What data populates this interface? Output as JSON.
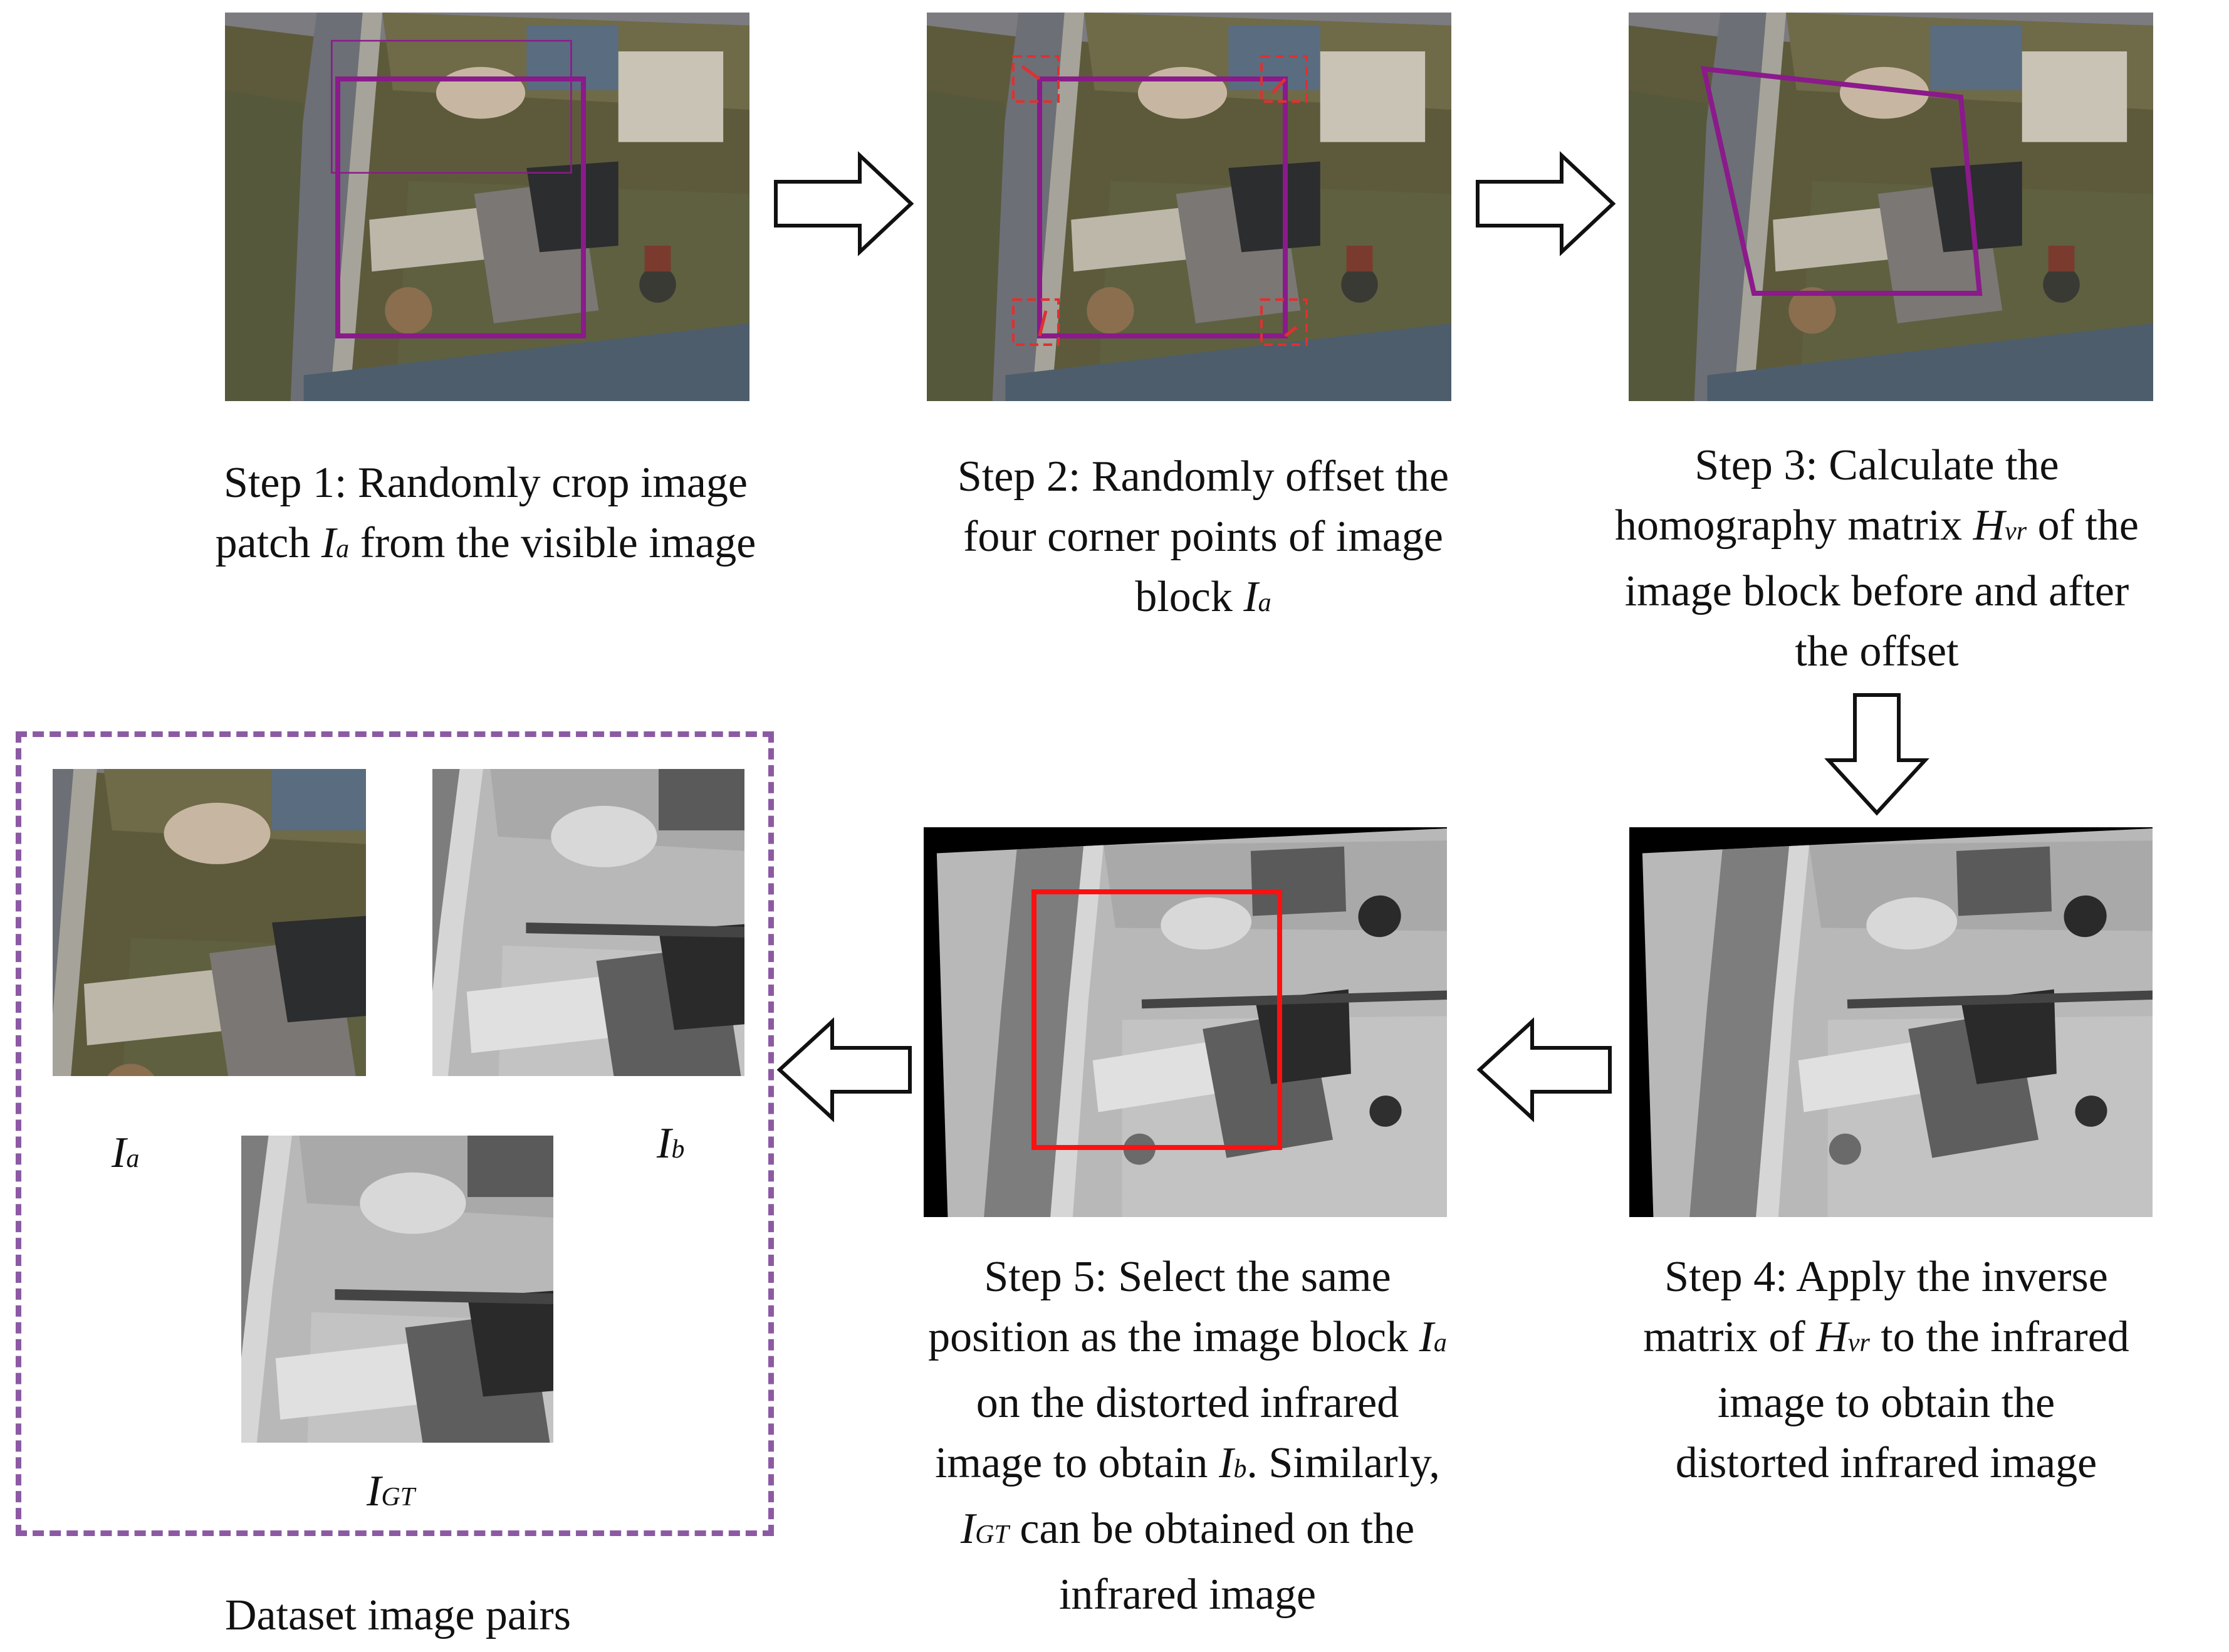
{
  "steps": {
    "step1": {
      "line1": "Step 1: Randomly crop image",
      "line2_pre": "patch ",
      "line2_var": "I",
      "line2_sub": "a",
      "line2_post": " from the visible image"
    },
    "step2": {
      "line1": "Step 2: Randomly offset the",
      "line2": "four corner points of image",
      "line3_pre": "block ",
      "line3_var": "I",
      "line3_sub": "a"
    },
    "step3": {
      "line1": "Step 3: Calculate the",
      "line2_pre": "homography matrix ",
      "line2_var": "H",
      "line2_sub": "vr",
      "line2_post": " of the",
      "line3": "image block before and after",
      "line4": "the offset"
    },
    "step4": {
      "line1": "Step 4: Apply the inverse",
      "line2_pre": "matrix of ",
      "line2_var": "H",
      "line2_sub": "vr",
      "line2_post": " to the infrared",
      "line3": "image to obtain the",
      "line4": "distorted infrared image"
    },
    "step5": {
      "line1": "Step 5: Select the same",
      "line2_pre": "position as the image block ",
      "line2_var": "I",
      "line2_sub": "a",
      "line3": "on the distorted infrared",
      "line4_pre": "image to obtain ",
      "line4_var": "I",
      "line4_sub": "b",
      "line4_post": ". Similarly,",
      "line5_var": "I",
      "line5_sub": "GT",
      "line5_post": " can be obtained on the",
      "line6": "infrared image"
    }
  },
  "dataset": {
    "label_ia_var": "I",
    "label_ia_sub": "a",
    "label_ib_var": "I",
    "label_ib_sub": "b",
    "label_igt_var": "I",
    "label_igt_sub": "GT",
    "caption": "Dataset image pairs"
  },
  "colors": {
    "crop_box": "#8b1a8b",
    "corner_marker": "#e03030",
    "select_box": "#ff1010",
    "dashed_border": "#8c5aa3"
  }
}
